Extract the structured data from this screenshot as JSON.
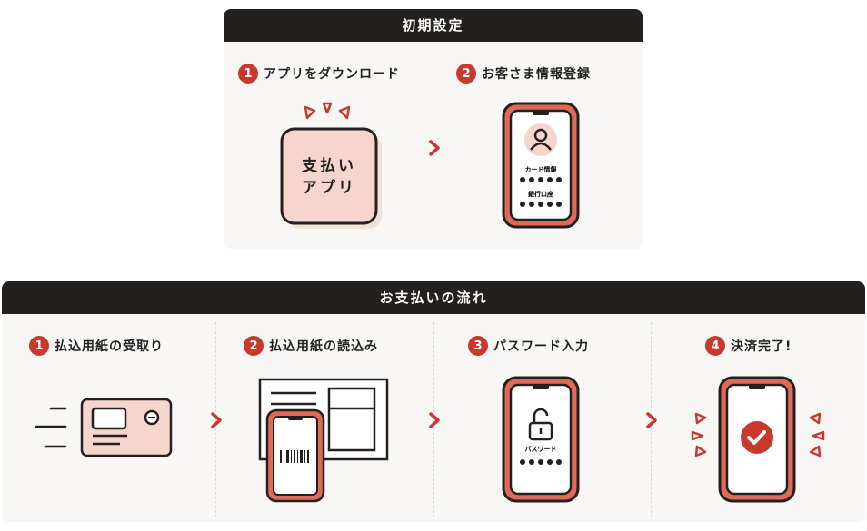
{
  "colors": {
    "accent": "#c8392b",
    "dark": "#242020",
    "pink": "#f5d5cc",
    "panel": "#f8f7f6"
  },
  "setup": {
    "title": "初期設定",
    "steps": [
      {
        "num": "1",
        "label": "アプリをダウンロード",
        "app_icon_line1": "支払い",
        "app_icon_line2": "アプリ"
      },
      {
        "num": "2",
        "label": "お客さま情報登録",
        "card_info": "カード情報",
        "bank_account": "銀行口座"
      }
    ]
  },
  "flow": {
    "title": "お支払いの流れ",
    "steps": [
      {
        "num": "1",
        "label": "払込用紙の受取り"
      },
      {
        "num": "2",
        "label": "払込用紙の読込み"
      },
      {
        "num": "3",
        "label": "パスワード入力",
        "password_label": "パスワード"
      },
      {
        "num": "4",
        "label": "決済完了!"
      }
    ]
  },
  "icons": [
    "chevron-right-icon",
    "user-icon",
    "unlock-icon",
    "check-circle-icon",
    "barcode-icon",
    "speed-lines-icon",
    "sparkle-icon"
  ]
}
